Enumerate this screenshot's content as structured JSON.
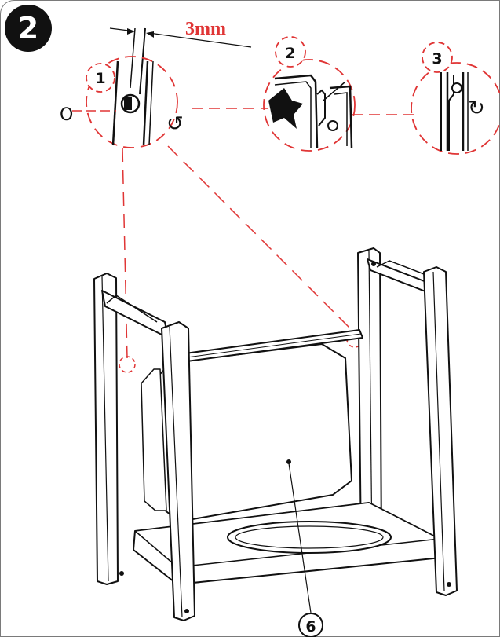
{
  "step": {
    "number": "2"
  },
  "measure": {
    "label": "3mm"
  },
  "details": [
    {
      "number": "1"
    },
    {
      "number": "2"
    },
    {
      "number": "3"
    }
  ],
  "symbols": {
    "open_ring": "O",
    "rotate_left": "↺",
    "rotate_right": "↻"
  },
  "part": {
    "number": "6"
  },
  "colors": {
    "ink": "#111111",
    "accent": "#e03535",
    "frame": "#7a7a7a"
  }
}
